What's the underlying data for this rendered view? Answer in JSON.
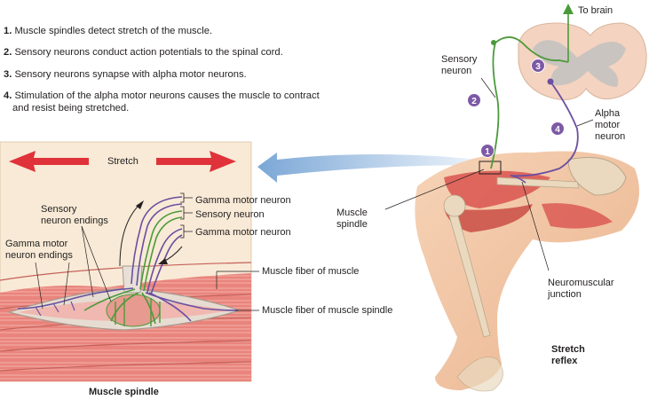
{
  "steps": [
    {
      "num": "1.",
      "text": "Muscle spindles detect stretch of the muscle."
    },
    {
      "num": "2.",
      "text": "Sensory neurons conduct action potentials to the spinal cord."
    },
    {
      "num": "3.",
      "text": "Sensory neurons synapse with alpha motor neurons."
    },
    {
      "num": "4.",
      "text": "Stimulation of the alpha motor neurons causes the muscle to contract",
      "text2": "and resist being stretched."
    }
  ],
  "inset": {
    "stretch": "Stretch",
    "sensory_endings": [
      "Sensory",
      "neuron endings"
    ],
    "gamma_endings": [
      "Gamma motor",
      "neuron endings"
    ],
    "gamma_motor_1": "Gamma motor neuron",
    "sensory_neuron": "Sensory neuron",
    "gamma_motor_2": "Gamma motor neuron",
    "fiber_muscle": "Muscle fiber of muscle",
    "fiber_spindle": "Muscle fiber of muscle spindle",
    "caption": "Muscle spindle"
  },
  "right": {
    "to_brain": "To brain",
    "sensory_neuron": [
      "Sensory",
      "neuron"
    ],
    "alpha": [
      "Alpha",
      "motor",
      "neuron"
    ],
    "muscle_spindle": [
      "Muscle",
      "spindle"
    ],
    "nmj": [
      "Neuromuscular",
      "junction"
    ],
    "stretch_reflex": [
      "Stretch",
      "reflex"
    ],
    "badges": [
      "1",
      "2",
      "3",
      "4"
    ]
  },
  "colors": {
    "sensory": "#4b9a3a",
    "motor": "#6b4fa0",
    "badge": "#7d5aa6",
    "arrow_red": "#e0323a",
    "arrow_blue": "#8db4dc",
    "inset_bg": "#f8ead6",
    "muscle": "#e07570",
    "skin": "#f3c9a8",
    "spinal": "#f4d3c0"
  }
}
